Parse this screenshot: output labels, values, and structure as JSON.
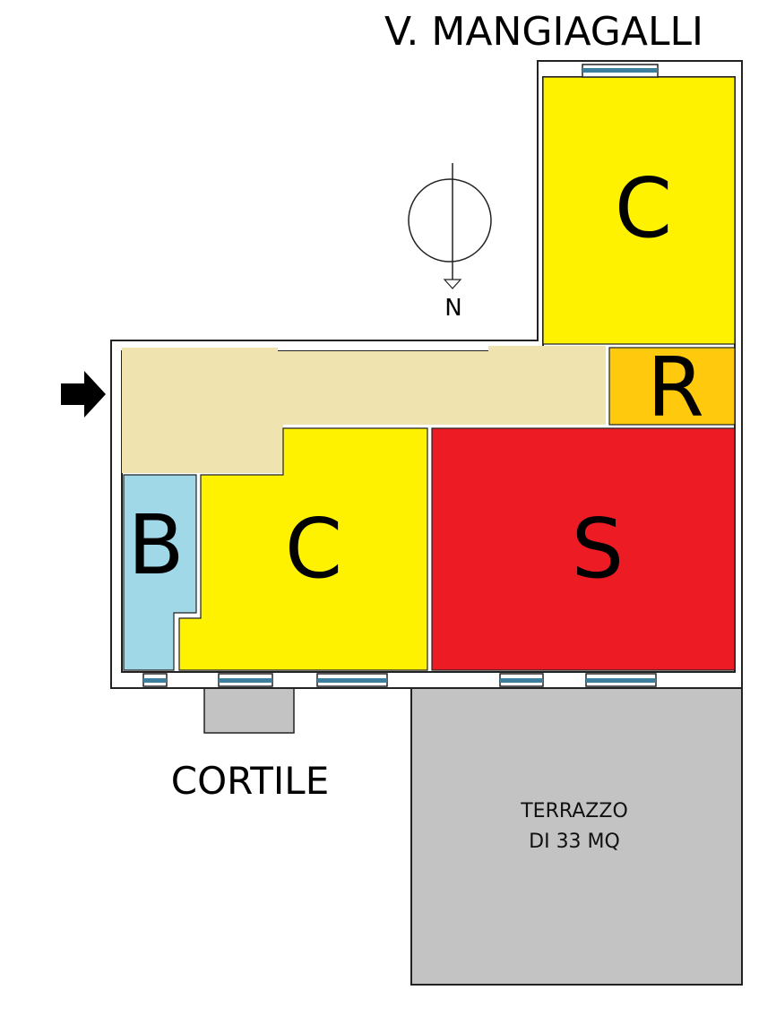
{
  "street_label": "V. MANGIAGALLI",
  "courtyard_label": "CORTILE",
  "terrace": {
    "line1": "TERRAZZO",
    "line2": "DI 33 MQ"
  },
  "north_label": "N",
  "rooms": {
    "corridor": {
      "label": "",
      "color": "#efe3b0"
    },
    "camera_top": {
      "label": "C",
      "color": "#fff200"
    },
    "ripostiglio": {
      "label": "R",
      "color": "#ffc90e"
    },
    "bagno": {
      "label": "B",
      "color": "#a0d8e8"
    },
    "camera_bottom": {
      "label": "C",
      "color": "#fff200"
    },
    "soggiorno": {
      "label": "S",
      "color": "#ed1c24"
    }
  },
  "colors": {
    "terrace": "#c3c3c3",
    "courtyard_block": "#c3c3c3",
    "window": "#3f7f9e",
    "arrow": "#000000"
  }
}
